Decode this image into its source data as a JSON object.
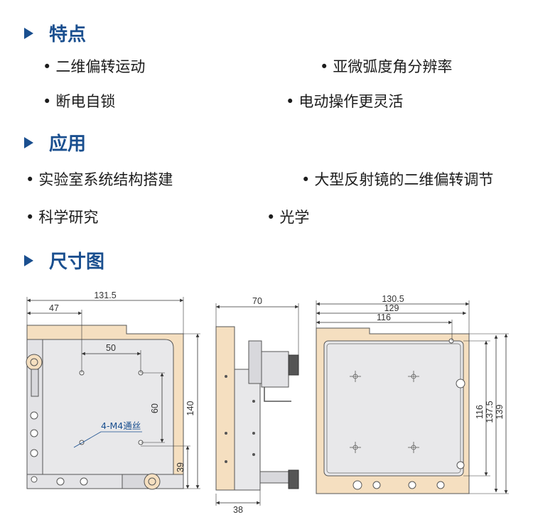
{
  "sections": {
    "features": {
      "title": "特点",
      "items": [
        "二维偏转运动",
        "亚微弧度角分辨率",
        "断电自锁",
        "电动操作更灵活"
      ]
    },
    "applications": {
      "title": "应用",
      "items": [
        "实验室系统结构搭建",
        "大型反射镜的二维偏转调节",
        "科学研究",
        "光学"
      ]
    },
    "dimensions": {
      "title": "尺寸图"
    }
  },
  "drawing": {
    "front_view": {
      "width_total": "131.5",
      "offset_left": "47",
      "hole_spacing_x": "50",
      "hole_spacing_y": "60",
      "height_total": "140",
      "height_bottom": "39",
      "thread_label": "4-M4通丝"
    },
    "side_view": {
      "depth_total": "70",
      "base_depth": "38"
    },
    "rear_view": {
      "width_a": "130.5",
      "width_b": "129",
      "width_c": "116",
      "height_a": "116",
      "height_b": "137.5",
      "height_c": "139"
    }
  },
  "colors": {
    "heading": "#1a4f8f",
    "plate_beige": "#f5dfc0",
    "plate_gray": "#e8e8ea"
  }
}
